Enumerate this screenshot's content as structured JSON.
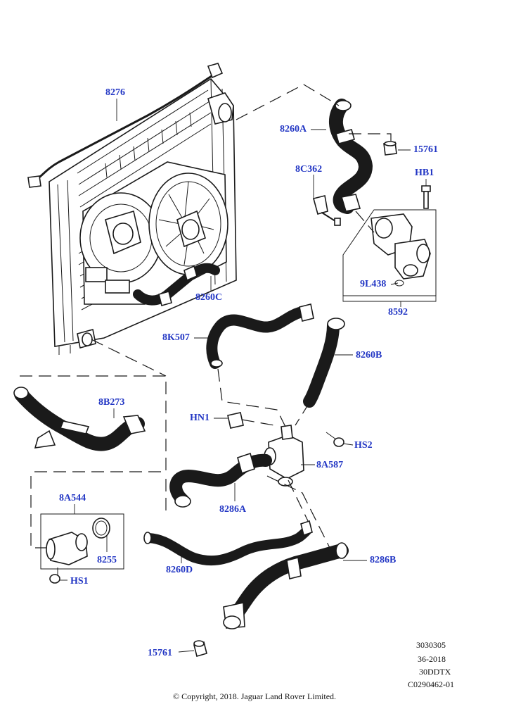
{
  "callouts": [
    {
      "id": "8276",
      "text": "8276"
    },
    {
      "id": "8260A",
      "text": "8260A"
    },
    {
      "id": "15761-top",
      "text": "15761"
    },
    {
      "id": "8C362",
      "text": "8C362"
    },
    {
      "id": "HB1",
      "text": "HB1"
    },
    {
      "id": "9L438",
      "text": "9L438"
    },
    {
      "id": "8592",
      "text": "8592"
    },
    {
      "id": "8260C",
      "text": "8260C"
    },
    {
      "id": "8K507",
      "text": "8K507"
    },
    {
      "id": "8260B",
      "text": "8260B"
    },
    {
      "id": "8B273",
      "text": "8B273"
    },
    {
      "id": "HN1",
      "text": "HN1"
    },
    {
      "id": "HS2",
      "text": "HS2"
    },
    {
      "id": "8A587",
      "text": "8A587"
    },
    {
      "id": "8286A",
      "text": "8286A"
    },
    {
      "id": "8A544",
      "text": "8A544"
    },
    {
      "id": "8255",
      "text": "8255"
    },
    {
      "id": "HS1",
      "text": "HS1"
    },
    {
      "id": "8260D",
      "text": "8260D"
    },
    {
      "id": "8286B",
      "text": "8286B"
    },
    {
      "id": "15761-bottom",
      "text": "15761"
    }
  ],
  "meta_codes": [
    "3030305",
    "36-2018",
    "30DDTX",
    "C0290462-01"
  ],
  "copyright": "© Copyright, 2018. Jaguar Land Rover Limited.",
  "colors": {
    "callout": "#2236c4",
    "line": "#1a1a1a"
  }
}
